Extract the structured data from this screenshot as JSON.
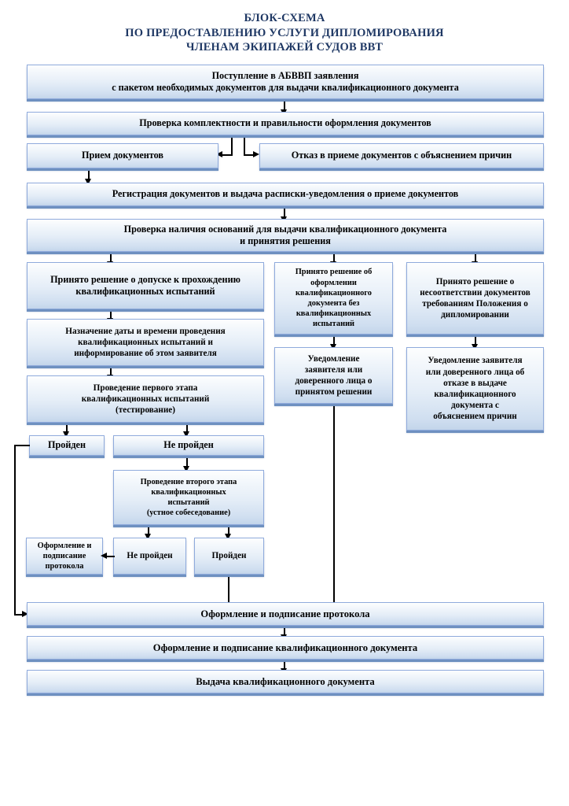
{
  "title": {
    "line1": "БЛОК-СХЕМА",
    "line2": "ПО ПРЕДОСТАВЛЕНИЮ УСЛУГИ ДИПЛОМИРОВАНИЯ",
    "line3": "ЧЛЕНАМ ЭКИПАЖЕЙ СУДОВ ВВТ",
    "color": "#1F3864"
  },
  "theme": {
    "box_border": "#8FAADC",
    "box_fill_top": "#fdfefe",
    "box_fill_bottom": "#c3d5ea",
    "box_shadow": "#6E90C0",
    "connector": "#000000"
  },
  "chart_data": {
    "type": "diagram",
    "title": "БЛОК-СХЕМА ПО ПРЕДОСТАВЛЕНИЮ УСЛУГИ ДИПЛОМИРОВАНИЯ ЧЛЕНАМ ЭКИПАЖЕЙ СУДОВ ВВТ",
    "nodes": [
      {
        "id": "n1",
        "label": "Поступление в АБВВП заявления\nс пакетом необходимых документов для выдачи квалификационного документа"
      },
      {
        "id": "n2",
        "label": "Проверка комплектности и правильности оформления документов"
      },
      {
        "id": "n3",
        "label": "Прием документов"
      },
      {
        "id": "n4",
        "label": "Отказ в приеме документов с объяснением причин"
      },
      {
        "id": "n5",
        "label": "Регистрация документов и выдача расписки-уведомления о приеме документов"
      },
      {
        "id": "n6",
        "label": "Проверка наличия оснований для выдачи квалификационного документа\nи принятия решения"
      },
      {
        "id": "n7",
        "label": "Принято решение о допуске к прохождению\nквалификационных испытаний"
      },
      {
        "id": "n8",
        "label": "Принято решение об\nоформлении\nквалификационного\nдокумента без\nквалификационных\nиспытаний"
      },
      {
        "id": "n9",
        "label": "Принято решение  о\nнесоответствии документов\nтребованиям Положения о\nдипломировании"
      },
      {
        "id": "n10",
        "label": "Назначение даты и времени проведения\nквалификационных испытаний и\nинформирование об этом заявителя"
      },
      {
        "id": "n11",
        "label": "Уведомление\nзаявителя или\nдоверенного лица о\nпринятом решении"
      },
      {
        "id": "n12",
        "label": "Уведомление заявителя\nили доверенного лица об\nотказе в выдаче\nквалификационного\nдокумента с\nобъяснением причин"
      },
      {
        "id": "n13",
        "label": "Проведение первого этапа\nквалификационных испытаний\n(тестирование)"
      },
      {
        "id": "n14",
        "label": "Пройден"
      },
      {
        "id": "n15",
        "label": "Не пройден"
      },
      {
        "id": "n16",
        "label": "Проведение второго этапа\nквалификационных\nиспытаний\n(устное собеседование)"
      },
      {
        "id": "n17",
        "label": "Оформление и\nподписание\nпротокола"
      },
      {
        "id": "n18",
        "label": "Не пройден"
      },
      {
        "id": "n19",
        "label": "Пройден"
      },
      {
        "id": "n20",
        "label": "Оформление и подписание протокола"
      },
      {
        "id": "n21",
        "label": "Оформление и подписание квалификационного документа"
      },
      {
        "id": "n22",
        "label": "Выдача квалификационного документа"
      }
    ],
    "edges": [
      {
        "from": "n1",
        "to": "n2"
      },
      {
        "from": "n2",
        "to": "n3"
      },
      {
        "from": "n2",
        "to": "n4"
      },
      {
        "from": "n3",
        "to": "n5"
      },
      {
        "from": "n5",
        "to": "n6"
      },
      {
        "from": "n6",
        "to": "n7"
      },
      {
        "from": "n6",
        "to": "n8"
      },
      {
        "from": "n6",
        "to": "n9"
      },
      {
        "from": "n7",
        "to": "n10"
      },
      {
        "from": "n8",
        "to": "n11"
      },
      {
        "from": "n9",
        "to": "n12"
      },
      {
        "from": "n10",
        "to": "n13"
      },
      {
        "from": "n13",
        "to": "n14"
      },
      {
        "from": "n13",
        "to": "n15"
      },
      {
        "from": "n15",
        "to": "n16"
      },
      {
        "from": "n16",
        "to": "n18"
      },
      {
        "from": "n16",
        "to": "n19"
      },
      {
        "from": "n18",
        "to": "n17"
      },
      {
        "from": "n19",
        "to": "n20"
      },
      {
        "from": "n14",
        "to": "n20"
      },
      {
        "from": "n11",
        "to": "n20"
      },
      {
        "from": "n20",
        "to": "n21"
      },
      {
        "from": "n21",
        "to": "n22"
      }
    ]
  },
  "nodes": {
    "n1": "Поступление в АБВВП заявления\nс пакетом необходимых документов для выдачи квалификационного документа",
    "n2": "Проверка комплектности и правильности оформления документов",
    "n3": "Прием документов",
    "n4": "Отказ в приеме документов с объяснением причин",
    "n5": "Регистрация документов и выдача расписки-уведомления о приеме документов",
    "n6": "Проверка наличия оснований для выдачи квалификационного документа\nи принятия решения",
    "n7": "Принято решение о допуске к прохождению\nквалификационных испытаний",
    "n8": "Принято решение об\nоформлении\nквалификационного\nдокумента без\nквалификационных\nиспытаний",
    "n9": "Принято решение  о\nнесоответствии документов\nтребованиям Положения о\nдипломировании",
    "n10": "Назначение даты и времени проведения\nквалификационных испытаний и\nинформирование об этом заявителя",
    "n11": "Уведомление\nзаявителя или\nдоверенного лица о\nпринятом решении",
    "n12": "Уведомление заявителя\nили доверенного лица об\nотказе в выдаче\nквалификационного\nдокумента с\nобъяснением причин",
    "n13": "Проведение первого этапа\nквалификационных испытаний\n(тестирование)",
    "n14": "Пройден",
    "n15": "Не пройден",
    "n16": "Проведение второго этапа\nквалификационных\nиспытаний\n(устное собеседование)",
    "n17": "Оформление и\nподписание\nпротокола",
    "n18": "Не пройден",
    "n19": "Пройден",
    "n20": "Оформление и подписание протокола",
    "n21": "Оформление и подписание квалификационного документа",
    "n22": "Выдача квалификационного документа"
  }
}
